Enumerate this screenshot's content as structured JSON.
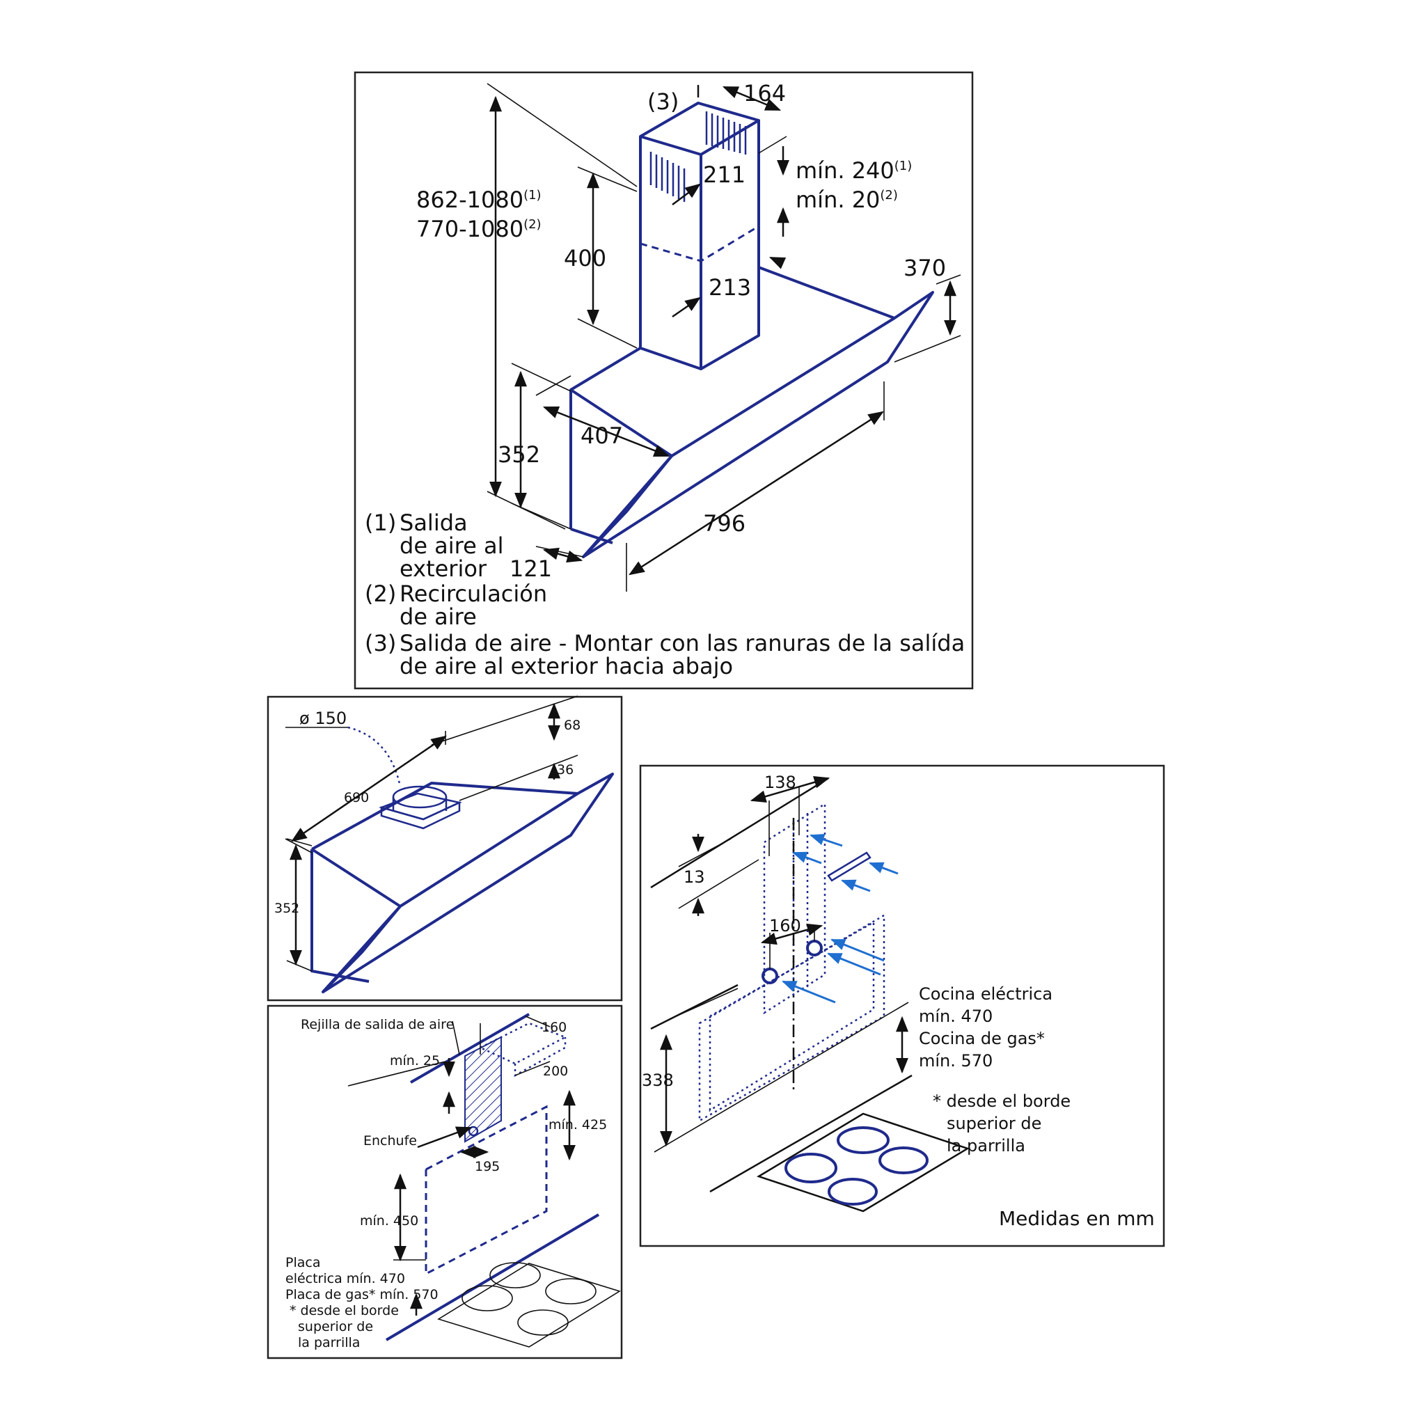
{
  "main": {
    "label_3": "(3)",
    "dim_164": "164",
    "dim_211": "211",
    "min_240": "mín. 240",
    "min_240_sup": "(1)",
    "min_20": "mín. 20",
    "min_20_sup": "(2)",
    "height_1": "862-1080",
    "height_1_sup": "(1)",
    "height_2": "770-1080",
    "height_2_sup": "(2)",
    "dim_400": "400",
    "dim_213": "213",
    "dim_370": "370",
    "dim_407": "407",
    "dim_352": "352",
    "dim_796": "796",
    "dim_121": "121",
    "legend": [
      {
        "num": "(1)",
        "lines": [
          "Salida",
          "de aire al",
          "exterior"
        ]
      },
      {
        "num": "(2)",
        "lines": [
          "Recirculación",
          "de aire"
        ]
      },
      {
        "num": "(3)",
        "lines": [
          "Salida de aire - Montar con las ranuras de la salída",
          "de aire al exterior hacia abajo"
        ]
      }
    ]
  },
  "recirc": {
    "diameter": "ø 150",
    "dim_68": "68",
    "dim_36": "36",
    "dim_690": "690",
    "dim_352": "352"
  },
  "install": {
    "grille": "Rejilla de salida de aire",
    "dim_160": "160",
    "min_25": "mín. 25",
    "dim_200": "200",
    "min_425": "mín. 425",
    "socket": "Enchufe",
    "dim_195": "195",
    "min_450": "mín. 450",
    "note": [
      "Placa",
      "eléctrica mín. 470",
      "Placa de gas* mín. 570",
      "* desde el borde",
      "superior de",
      "la parrilla"
    ]
  },
  "mount": {
    "dim_138": "138",
    "dim_13": "13",
    "dim_160": "160",
    "dim_338": "338",
    "note": [
      "Cocina eléctrica",
      "mín. 470",
      "Cocina de gas*",
      "mín. 570"
    ],
    "footnote": [
      "* desde el borde",
      "superior de",
      "la parrilla"
    ],
    "units": "Medidas en mm"
  }
}
